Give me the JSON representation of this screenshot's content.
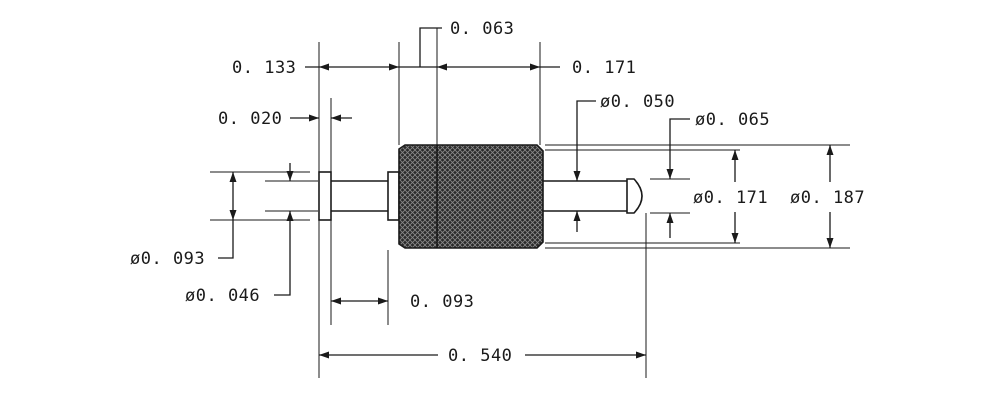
{
  "dimensions": {
    "d_0063": "0. 063",
    "d_0133": "0. 133",
    "d_0171": "0. 171",
    "d_dia0050": "ø0. 050",
    "d_dia0065": "ø0. 065",
    "d_0020": "0. 020",
    "d_dia0171": "ø0. 171",
    "d_dia0187": "ø0. 187",
    "d_dia0093": "ø0. 093",
    "d_dia0046": "ø0. 046",
    "d_0093": "0. 093",
    "d_0540": "0. 540"
  },
  "colors": {
    "ink": "#1a1a1a",
    "background": "#ffffff"
  }
}
